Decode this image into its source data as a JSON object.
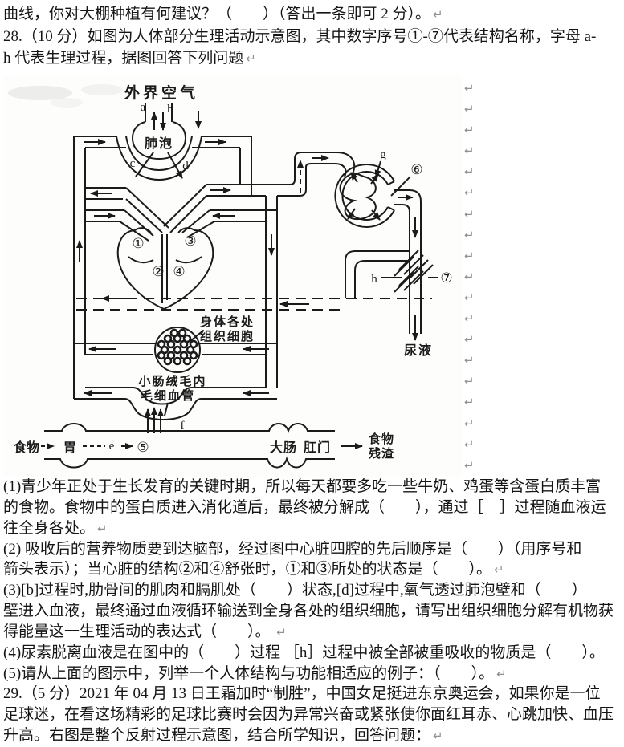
{
  "colors": {
    "ink": "#1b1b1b",
    "body_text": "#151515",
    "formatting_mark": "#8e9094",
    "paper": "#ffffff"
  },
  "doc": {
    "pmark_glyph": "↵",
    "lines": [
      {
        "t": "曲线，你对大棚种植有何建议？（　　）（答出一条即可 2 分）。",
        "m": true
      },
      {
        "t": "28.（10 分）如图为人体部分生理活动示意图，其中数字序号①-⑦代表结构名称，字母 a-",
        "m": false
      },
      {
        "t": "h 代表生理过程，据图回答下列问题",
        "m": true
      },
      {
        "t": "(1)青少年正处于生长发育的关键时期，所以每天都要多吃一些牛奶、鸡蛋等含蛋白质丰富",
        "m": false
      },
      {
        "t": "的食物。食物中的蛋白质进入消化道后，最终被分解成（　　），通过［　］过程随血液运",
        "m": false
      },
      {
        "t": "往全身各处。",
        "m": true
      },
      {
        "t": "(2) 吸收后的营养物质要到达脑部，经过图中心脏四腔的先后顺序是（　　）（用序号和",
        "m": false
      },
      {
        "t": "箭头表示）；当心脏的结构②和④舒张时，①和③所处的状态是（　　）。",
        "m": true
      },
      {
        "t": "(3)[b]过程时,肋骨间的肌肉和膈肌处（　　）状态,[d]过程中,氧气透过肺泡壁和（　　）",
        "m": false
      },
      {
        "t": "壁进入血液，最终通过血液循环输送到全身各处的组织细胞，请写出组织细胞分解有机物获",
        "m": false
      },
      {
        "t": "得能量这一生理活动的表达式（　　）。 ",
        "m": true
      },
      {
        "t": "(4)尿素脱离血液是在图中的（　　）过程 ［h］过程中被全部被重吸收的物质是（　　）。",
        "m": false
      },
      {
        "t": "(5)请从上面的图示中，列举一个人体结构与功能相适应的例子：（　　）。",
        "m": true
      },
      {
        "t": "29.（5 分）2021 年 04 月 13 日王霜加时“制胜”，中国女足挺进东京奥运会，如果你是一位",
        "m": false
      },
      {
        "t": "足球迷，在看这场精彩的足球比赛时会因为异常兴奋或紧张使你面红耳赤、心跳加快、血压",
        "m": false
      },
      {
        "t": "升高。右图是整个反射过程示意图，结合所学知识，回答问题：",
        "m": true
      }
    ]
  },
  "figure": {
    "pmark_count": 19,
    "labels": {
      "air": "外界空气",
      "alveolus": "肺泡",
      "a": "a",
      "b": "b",
      "c": "c",
      "d": "d",
      "e": "e",
      "f": "f",
      "g": "g",
      "h": "h",
      "n1": "①",
      "n2": "②",
      "n3": "③",
      "n4": "④",
      "n5": "⑤",
      "n6": "⑥",
      "n7": "⑦",
      "tissue1": "身体各处",
      "tissue2": "组织细胞",
      "villi1": "小肠绒毛内",
      "villi2": "毛细血管",
      "urine": "尿液",
      "food": "食物",
      "stomach": "胃",
      "colon": "大肠",
      "anus": "肛门",
      "residue1": "食物",
      "residue2": "残渣"
    }
  }
}
